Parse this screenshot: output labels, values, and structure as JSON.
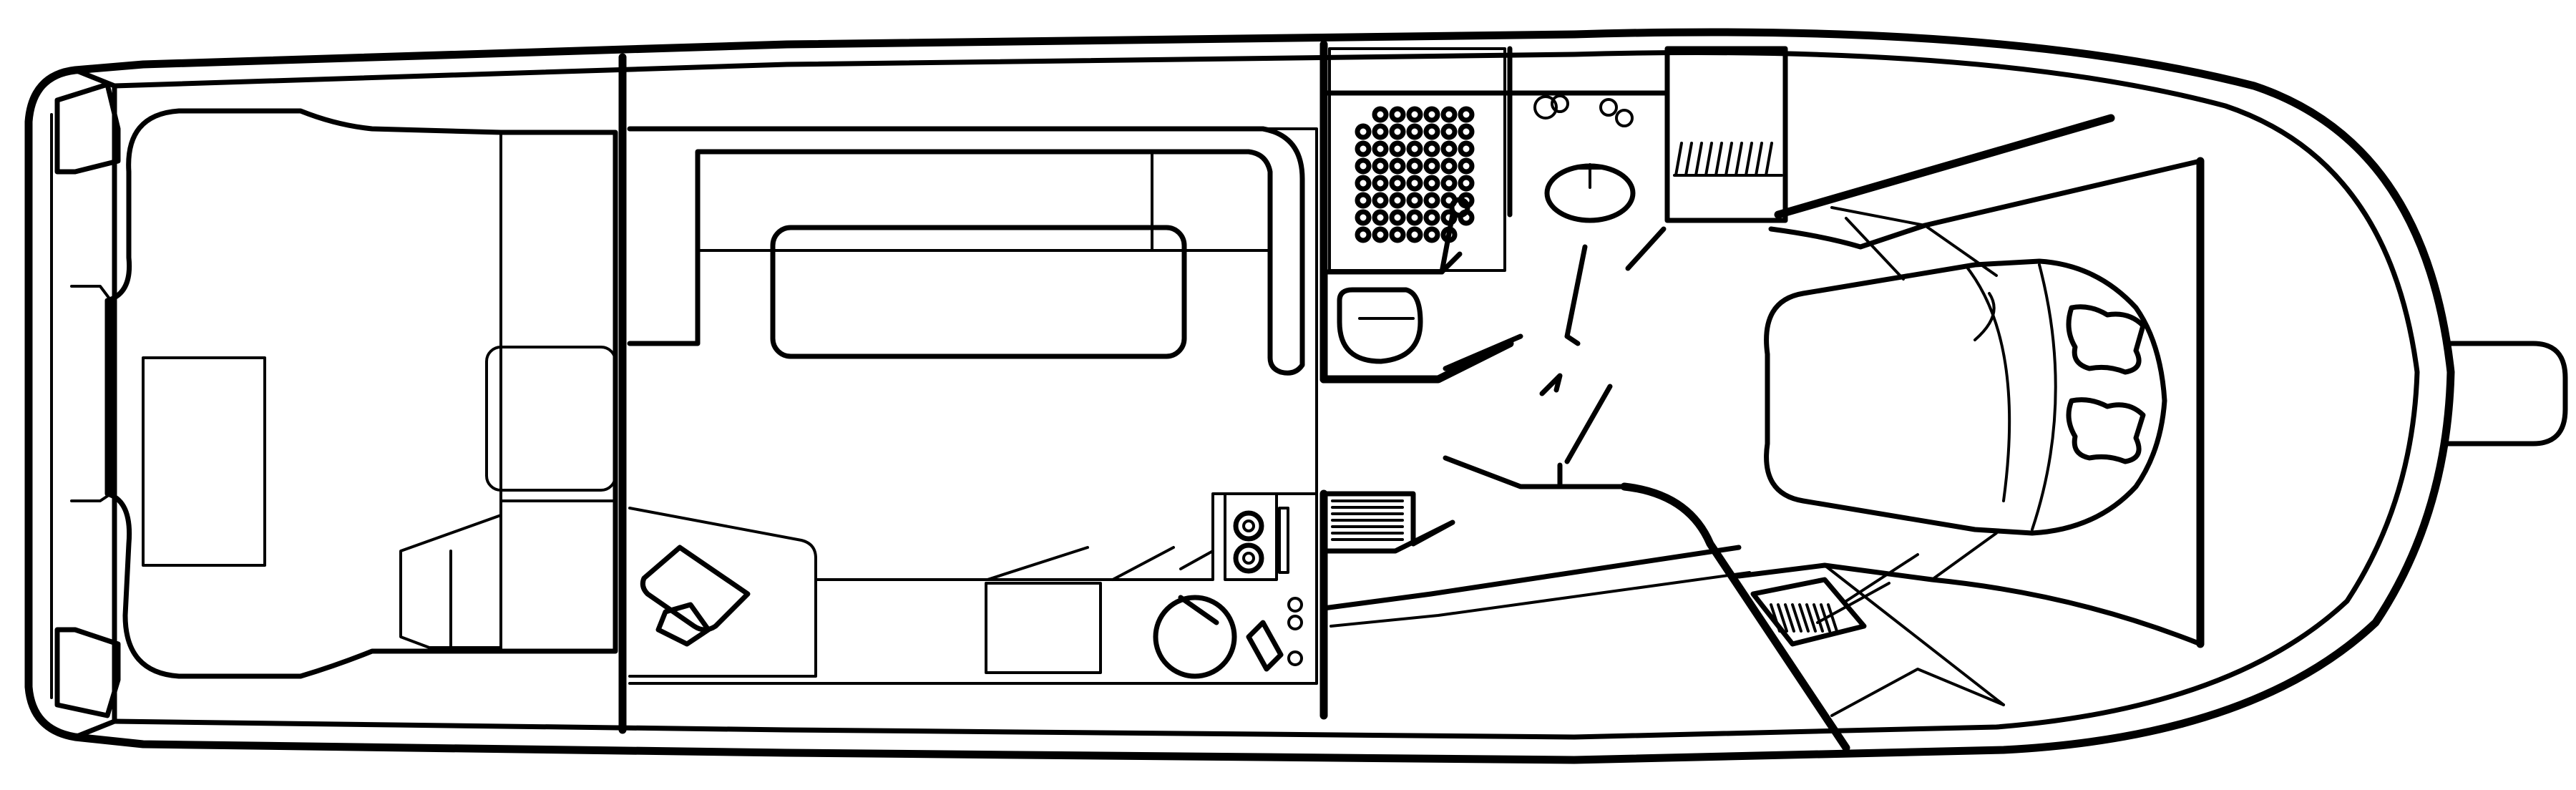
{
  "diagram": {
    "kind": "boat-deck-plan",
    "colors": {
      "line": "#000000",
      "background": "#ffffff"
    },
    "regions": [
      "cockpit",
      "salon",
      "galley",
      "head",
      "forward-stateroom",
      "bow-pulpit"
    ]
  }
}
